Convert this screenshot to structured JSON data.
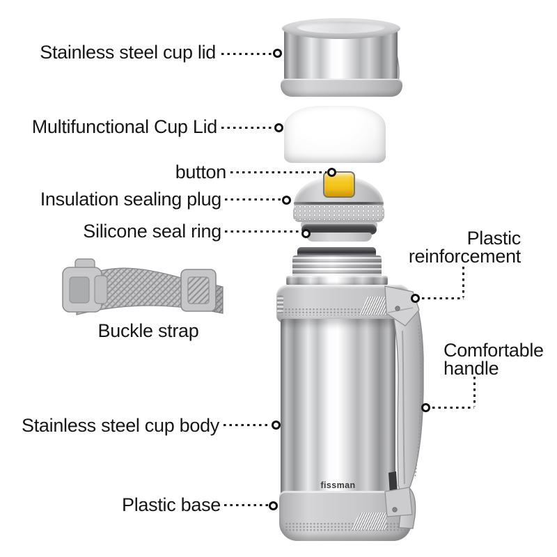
{
  "brand": "fissman",
  "labels": {
    "cup_lid": "Stainless steel cup lid",
    "multi_lid": "Multifunctional Cup Lid",
    "button": "button",
    "sealing_plug": "Insulation sealing plug",
    "seal_ring": "Silicone seal ring",
    "buckle_strap": "Buckle strap",
    "reinforcement": "Plastic reinforcement",
    "handle": "Comfortable handle",
    "cup_body": "Stainless steel cup body",
    "base": "Plastic base"
  },
  "colors": {
    "label_text": "#161616",
    "leader": "#1a1a1a",
    "button_yellow": "#f3c117",
    "plastic_gray": "#c8c8ca",
    "seal_ring_dark": "#48484a",
    "lid_white": "#fcfcfc",
    "steel_highlight": "#ffffff",
    "steel_shadow": "#77787a"
  }
}
